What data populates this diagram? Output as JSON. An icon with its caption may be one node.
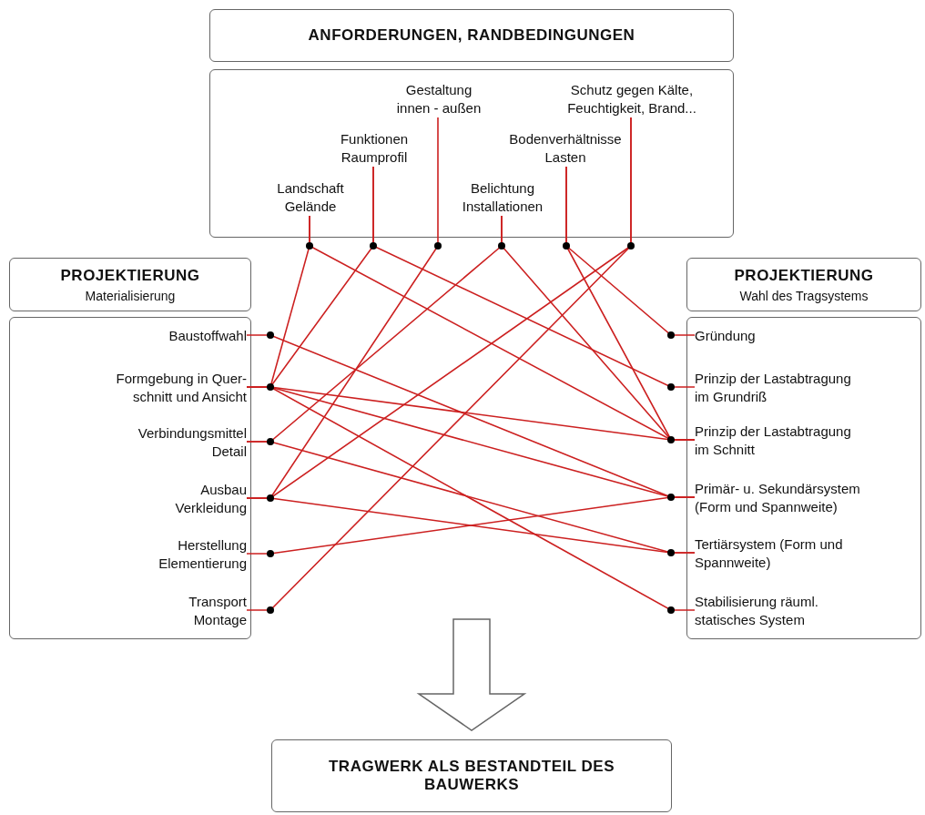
{
  "diagram": {
    "nodes": [
      {
        "text": [
          "ANFORDERUNGEN, RANDBEDINGUNGEN"
        ]
      },
      {
        "text": [],
        "shape": "box"
      },
      {
        "text": [
          "Landschaft Gelände"
        ],
        "in": 1
      },
      {
        "text": [
          "Funktionen Raumprofil"
        ],
        "in": 1
      },
      {
        "text": [
          "Gestaltung innen - außen"
        ],
        "in": 1
      },
      {
        "text": [
          "Belichtung Installationen"
        ],
        "in": 1
      },
      {
        "text": [
          "Bodenverhältnisse Lasten"
        ],
        "in": 1
      },
      {
        "text": [
          "Schutz gegen Kälte, Feuchtigkeit, Brand..."
        ],
        "in": 1
      },
      {
        "text": [
          "PROJEKTIERUNG",
          "Materialisierung"
        ]
      },
      {
        "text": [],
        "shape": "box"
      },
      {
        "text": [
          "Baustoffwahl"
        ],
        "in": 9
      },
      {
        "text": [
          "Formgebung in Quer- schnitt und Ansicht"
        ],
        "in": 9
      },
      {
        "text": [
          "Verbindungsmittel Detail"
        ],
        "in": 9
      },
      {
        "text": [
          "Ausbau Verkleidung"
        ],
        "in": 9
      },
      {
        "text": [
          "Herstellung Elementierung"
        ],
        "in": 9
      },
      {
        "text": [
          "Transport Montage"
        ],
        "in": 9
      },
      {
        "text": [
          "PROJEKTIERUNG",
          "Wahl des Tragsystems"
        ]
      },
      {
        "text": [],
        "shape": "box"
      },
      {
        "text": [
          "Gründung"
        ],
        "in": 17
      },
      {
        "text": [
          "Prinzip der Lastabtragung im Grundriß"
        ],
        "in": 17
      },
      {
        "text": [
          "Prinzip der Lastabtragung im Schnitt"
        ],
        "in": 17
      },
      {
        "text": [
          "Primär- u. Sekundärsystem (Form und Spannweite)"
        ],
        "in": 17
      },
      {
        "text": [
          "Tertiärsystem (Form und Spannweite)"
        ],
        "in": 17
      },
      {
        "text": [
          "Stabilisierung räuml. statisches System"
        ],
        "in": 17
      },
      {
        "text": [
          "TRAGWERK ALS BESTANDTEIL DES BAUWERKS"
        ]
      }
    ],
    "edges": [
      {
        "from": 2,
        "to": 11,
        "arrow": "none"
      },
      {
        "from": 2,
        "to": 20,
        "arrow": "none"
      },
      {
        "from": 3,
        "to": 11,
        "arrow": "none"
      },
      {
        "from": 3,
        "to": 19,
        "arrow": "none"
      },
      {
        "from": 4,
        "to": 13,
        "arrow": "none"
      },
      {
        "from": 5,
        "to": 12,
        "arrow": "none"
      },
      {
        "from": 5,
        "to": 20,
        "arrow": "none"
      },
      {
        "from": 6,
        "to": 18,
        "arrow": "none"
      },
      {
        "from": 6,
        "to": 20,
        "arrow": "none"
      },
      {
        "from": 7,
        "to": 13,
        "arrow": "none"
      },
      {
        "from": 7,
        "to": 15,
        "arrow": "none"
      },
      {
        "from": 10,
        "to": 21,
        "arrow": "none"
      },
      {
        "from": 11,
        "to": 20,
        "arrow": "none"
      },
      {
        "from": 11,
        "to": 21,
        "arrow": "none"
      },
      {
        "from": 11,
        "to": 23,
        "arrow": "none"
      },
      {
        "from": 12,
        "to": 22,
        "arrow": "none"
      },
      {
        "from": 13,
        "to": 22,
        "arrow": "none"
      },
      {
        "from": 14,
        "to": 21,
        "arrow": "none"
      },
      {
        "from": null,
        "to": 24,
        "arrow": "to",
        "color": "#666666"
      }
    ]
  }
}
